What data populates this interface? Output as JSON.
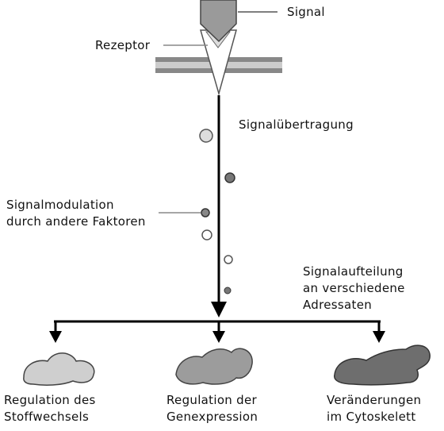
{
  "labels": {
    "signal": "Signal",
    "rezeptor": "Rezeptor",
    "signaluebertragung": "Signalübertragung",
    "modulation": [
      "Signalmodulation",
      "durch andere Faktoren"
    ],
    "aufteilung": [
      "Signalaufteilung",
      "an verschiedene",
      "Adressaten"
    ]
  },
  "targets": [
    {
      "lines": [
        "Regulation des",
        "Stoffwechsels"
      ],
      "color": "#cfcfcf"
    },
    {
      "lines": [
        "Regulation der",
        "Genexpression"
      ],
      "color": "#9c9c9c"
    },
    {
      "lines": [
        "Veränderungen",
        "im Cytoskelett"
      ],
      "color": "#6e6e6e"
    }
  ],
  "colors": {
    "line": "#000000",
    "signal_shape": "#9a9a9a",
    "receptor": "#ffffff",
    "membrane_dark": "#888888",
    "membrane_light": "#cccccc",
    "dot_light": "#dddddd",
    "dot_dark": "#777777",
    "dot_white": "#ffffff"
  }
}
